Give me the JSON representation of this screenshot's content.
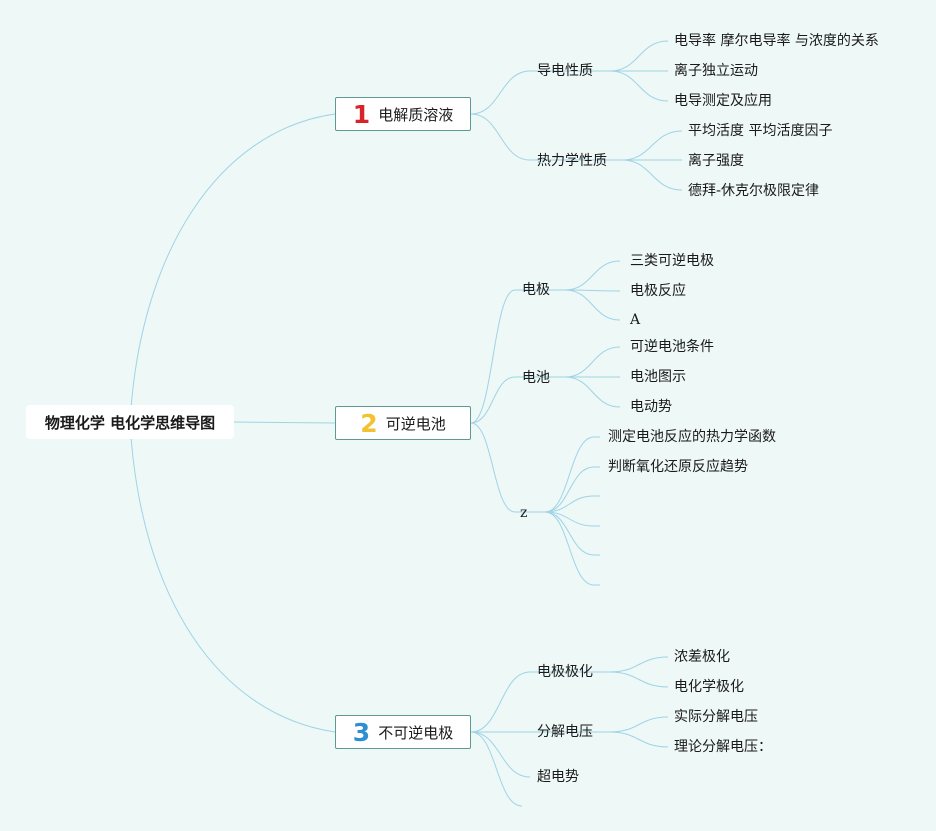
{
  "root": {
    "label": "物理化学 电化学思维导图"
  },
  "branches": [
    {
      "number": "1",
      "number_color": "#d9222a",
      "label": "电解质溶液",
      "children": [
        {
          "label": "导电性质",
          "children": [
            "电导率 摩尔电导率 与浓度的关系",
            "离子独立运动",
            "电导测定及应用"
          ]
        },
        {
          "label": "热力学性质",
          "children": [
            "平均活度 平均活度因子",
            "离子强度",
            "德拜-休克尔极限定律"
          ]
        }
      ]
    },
    {
      "number": "2",
      "number_color": "#f2c230",
      "label": "可逆电池",
      "children": [
        {
          "label": "电极",
          "children": [
            "三类可逆电极",
            "电极反应",
            "A"
          ]
        },
        {
          "label": "电池",
          "children": [
            "可逆电池条件",
            "电池图示",
            "电动势"
          ]
        },
        {
          "label": "z",
          "children": [
            "测定电池反应的热力学函数",
            "判断氧化还原反应趋势",
            "",
            "",
            "",
            ""
          ]
        }
      ]
    },
    {
      "number": "3",
      "number_color": "#2e8fd0",
      "label": "不可逆电极",
      "children": [
        {
          "label": "电极极化",
          "children": [
            "浓差极化",
            "电化学极化"
          ]
        },
        {
          "label": "分解电压",
          "children": [
            "实际分解电压",
            "理论分解电压："
          ]
        },
        {
          "label": "超电势",
          "children": []
        },
        {
          "label": "",
          "children": []
        }
      ]
    }
  ],
  "colors": {
    "link": "#9fd3e8",
    "background": "#eef8f6",
    "main_border": "#5e9a92"
  }
}
